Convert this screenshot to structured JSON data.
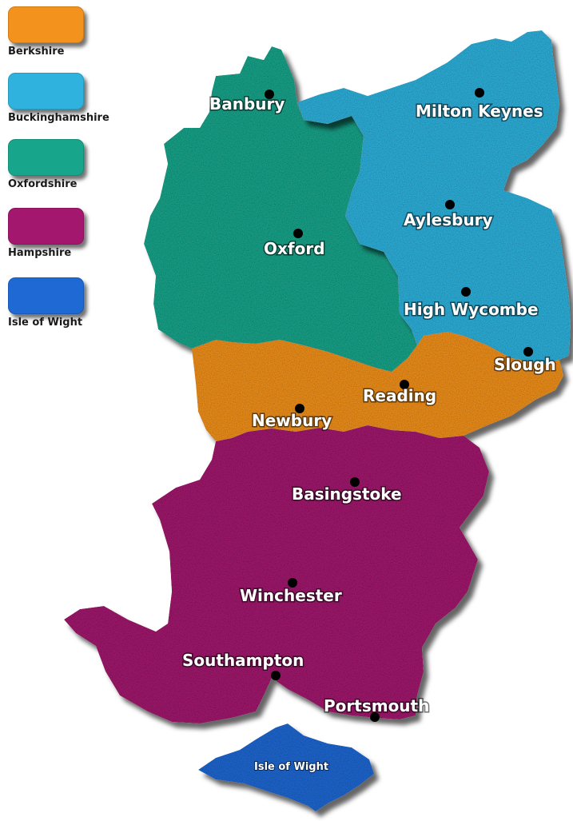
{
  "legend": [
    {
      "key": "berkshire",
      "label": "Berkshire",
      "color": "#f3921c"
    },
    {
      "key": "buckinghamshire",
      "label": "Buckinghamshire",
      "color": "#2fb3de"
    },
    {
      "key": "oxfordshire",
      "label": "Oxfordshire",
      "color": "#17a68c"
    },
    {
      "key": "hampshire",
      "label": "Hampshire",
      "color": "#a3176f"
    },
    {
      "key": "isle_of_wight",
      "label": "Isle of Wight",
      "color": "#1f69d4"
    }
  ],
  "region_colors": {
    "berkshire": "#f3921c",
    "buckinghamshire": "#2fb3de",
    "oxfordshire": "#17a68c",
    "hampshire": "#a3176f",
    "isle_of_wight": "#1f69d4"
  },
  "cities": {
    "banbury": "Banbury",
    "milton_keynes": "Milton Keynes",
    "aylesbury": "Aylesbury",
    "oxford": "Oxford",
    "high_wycombe": "High Wycombe",
    "slough": "Slough",
    "reading": "Reading",
    "newbury": "Newbury",
    "basingstoke": "Basingstoke",
    "winchester": "Winchester",
    "southampton": "Southampton",
    "portsmouth": "Portsmouth"
  },
  "island_label": "Isle of Wight"
}
